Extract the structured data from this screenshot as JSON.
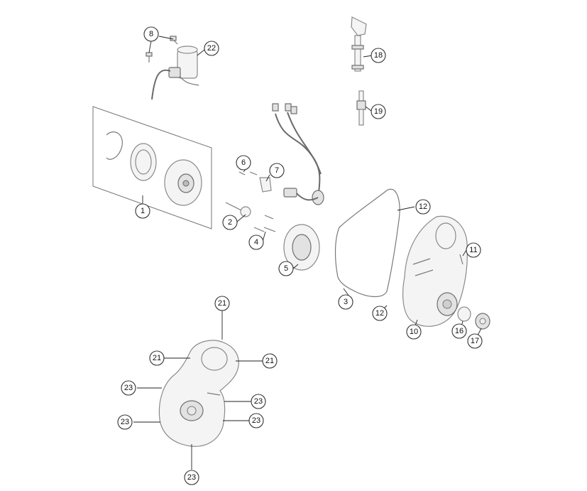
{
  "callouts": {
    "c1": "1",
    "c2": "2",
    "c3": "3",
    "c4": "4",
    "c5": "5",
    "c6": "6",
    "c7": "7",
    "c8": "8",
    "c10": "10",
    "c11": "11",
    "c12a": "12",
    "c12b": "12",
    "c16": "16",
    "c17": "17",
    "c18": "18",
    "c19": "19",
    "c21a": "21",
    "c21b": "21",
    "c21c": "21",
    "c22": "22",
    "c23a": "23",
    "c23b": "23",
    "c23c": "23",
    "c23d": "23",
    "c23e": "23"
  }
}
